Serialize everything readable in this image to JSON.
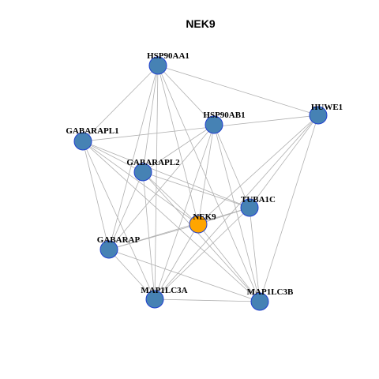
{
  "title": "NEK9",
  "colors": {
    "node": "#4682b4",
    "center_node": "#ffa500",
    "node_border": "#1f3fcf",
    "edge": "#b0b0b0"
  },
  "nodes": [
    {
      "id": "HSP90AA1",
      "label": "HSP90AA1"
    },
    {
      "id": "HUWE1",
      "label": "HUWE1"
    },
    {
      "id": "HSP90AB1",
      "label": "HSP90AB1"
    },
    {
      "id": "GABARAPL1",
      "label": "GABARAPL1"
    },
    {
      "id": "GABARAPL2",
      "label": "GABARAPL2"
    },
    {
      "id": "TUBA1C",
      "label": "TUBA1C"
    },
    {
      "id": "NEK9",
      "label": "NEK9",
      "center": true
    },
    {
      "id": "GABARAP",
      "label": "GABARAP"
    },
    {
      "id": "MAP1LC3A",
      "label": "MAP1LC3A"
    },
    {
      "id": "MAP1LC3B",
      "label": "MAP1LC3B"
    }
  ],
  "edges": [
    [
      "HSP90AA1",
      "HUWE1"
    ],
    [
      "HSP90AA1",
      "GABARAPL1"
    ],
    [
      "HSP90AA1",
      "HSP90AB1"
    ],
    [
      "HSP90AA1",
      "GABARAPL2"
    ],
    [
      "HSP90AA1",
      "GABARAP"
    ],
    [
      "HSP90AA1",
      "NEK9"
    ],
    [
      "HSP90AA1",
      "MAP1LC3A"
    ],
    [
      "HSP90AA1",
      "MAP1LC3B"
    ],
    [
      "HUWE1",
      "GABARAPL1"
    ],
    [
      "HUWE1",
      "NEK9"
    ],
    [
      "HUWE1",
      "TUBA1C"
    ],
    [
      "HUWE1",
      "MAP1LC3A"
    ],
    [
      "HUWE1",
      "MAP1LC3B"
    ],
    [
      "HSP90AB1",
      "GABARAPL2"
    ],
    [
      "HSP90AB1",
      "GABARAP"
    ],
    [
      "HSP90AB1",
      "NEK9"
    ],
    [
      "HSP90AB1",
      "TUBA1C"
    ],
    [
      "HSP90AB1",
      "MAP1LC3A"
    ],
    [
      "HSP90AB1",
      "MAP1LC3B"
    ],
    [
      "GABARAPL1",
      "GABARAPL2"
    ],
    [
      "GABARAPL1",
      "TUBA1C"
    ],
    [
      "GABARAPL1",
      "GABARAP"
    ],
    [
      "GABARAPL1",
      "NEK9"
    ],
    [
      "GABARAPL1",
      "MAP1LC3A"
    ],
    [
      "GABARAPL1",
      "MAP1LC3B"
    ],
    [
      "GABARAPL2",
      "TUBA1C"
    ],
    [
      "GABARAPL2",
      "NEK9"
    ],
    [
      "GABARAPL2",
      "GABARAP"
    ],
    [
      "GABARAPL2",
      "MAP1LC3A"
    ],
    [
      "GABARAPL2",
      "MAP1LC3B"
    ],
    [
      "TUBA1C",
      "GABARAP"
    ],
    [
      "TUBA1C",
      "NEK9"
    ],
    [
      "TUBA1C",
      "MAP1LC3A"
    ],
    [
      "TUBA1C",
      "MAP1LC3B"
    ],
    [
      "NEK9",
      "GABARAP"
    ],
    [
      "NEK9",
      "MAP1LC3A"
    ],
    [
      "NEK9",
      "MAP1LC3B"
    ],
    [
      "GABARAP",
      "MAP1LC3A"
    ],
    [
      "GABARAP",
      "MAP1LC3B"
    ],
    [
      "MAP1LC3A",
      "MAP1LC3B"
    ]
  ]
}
